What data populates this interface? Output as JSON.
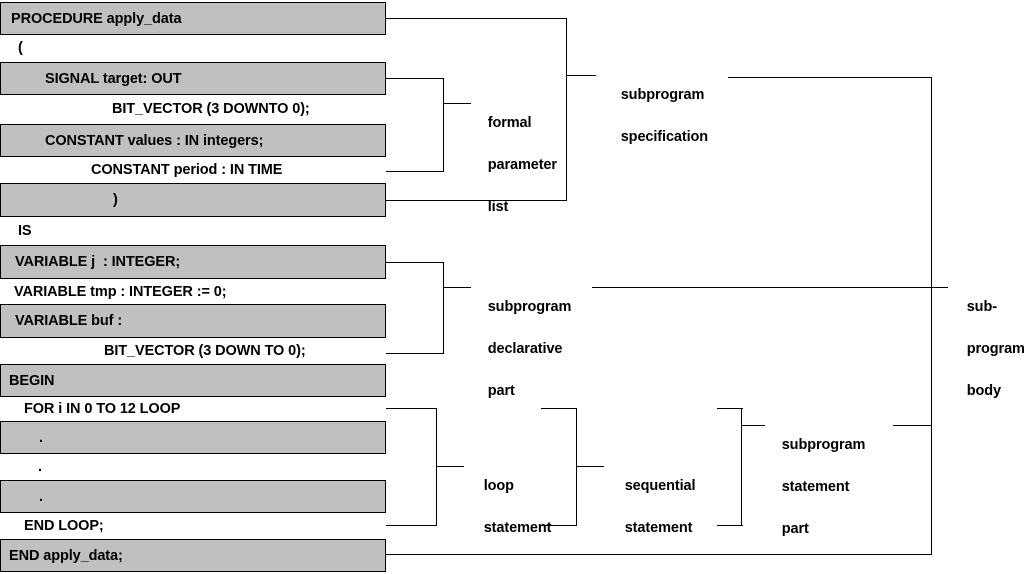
{
  "diagram": {
    "title": "VHDL subprogram (procedure) structure",
    "colors": {
      "box_fill": "#C0C0C0",
      "line": "#000000",
      "background": "#FFFFFF"
    },
    "code_rows": [
      {
        "text": "PROCEDURE apply_data",
        "shaded": true,
        "indent": 10
      },
      {
        "text": "(",
        "shaded": false,
        "indent": 18
      },
      {
        "text": "SIGNAL target: OUT",
        "shaded": true,
        "indent": 44
      },
      {
        "text": "BIT_VECTOR (3 DOWNTO 0);",
        "shaded": false,
        "indent": 112
      },
      {
        "text": "CONSTANT values : IN integers;",
        "shaded": true,
        "indent": 44
      },
      {
        "text": "CONSTANT period : IN TIME",
        "shaded": false,
        "indent": 91
      },
      {
        "text": ")",
        "shaded": true,
        "indent": 112
      },
      {
        "text": "IS",
        "shaded": false,
        "indent": 18
      },
      {
        "text": "VARIABLE j  : INTEGER;",
        "shaded": true,
        "indent": 14
      },
      {
        "text": "VARIABLE tmp : INTEGER := 0;",
        "shaded": false,
        "indent": 14
      },
      {
        "text": "VARIABLE buf :",
        "shaded": true,
        "indent": 14
      },
      {
        "text": "BIT_VECTOR (3 DOWN TO 0);",
        "shaded": false,
        "indent": 104
      },
      {
        "text": "BEGIN",
        "shaded": true,
        "indent": 8
      },
      {
        "text": "FOR i IN 0 TO 12 LOOP",
        "shaded": false,
        "indent": 24
      },
      {
        "text": ".",
        "shaded": true,
        "indent": 38
      },
      {
        "text": ".",
        "shaded": false,
        "indent": 38
      },
      {
        "text": ".",
        "shaded": true,
        "indent": 38
      },
      {
        "text": "END LOOP;",
        "shaded": false,
        "indent": 24
      },
      {
        "text": "END apply_data;",
        "shaded": true,
        "indent": 8
      }
    ],
    "annotations": [
      {
        "id": "formal-parameter-list",
        "label": "formal\nparameter\nlist"
      },
      {
        "id": "subprogram-specification",
        "label": "subprogram\nspecification"
      },
      {
        "id": "subprogram-declarative-part",
        "label": "subprogram\ndeclarative\npart"
      },
      {
        "id": "loop-statement",
        "label": "loop\nstatement"
      },
      {
        "id": "sequential-statement",
        "label": "sequential\nstatement"
      },
      {
        "id": "subprogram-statement-part",
        "label": "subprogram\nstatement\npart"
      },
      {
        "id": "subprogram-body",
        "label": "sub-\nprogram\nbody"
      }
    ],
    "labels": {
      "formal_parameter_list_l1": "formal",
      "formal_parameter_list_l2": "parameter",
      "formal_parameter_list_l3": "list",
      "subprogram_specification_l1": "subprogram",
      "subprogram_specification_l2": "specification",
      "subprogram_declarative_part_l1": "subprogram",
      "subprogram_declarative_part_l2": "declarative",
      "subprogram_declarative_part_l3": "part",
      "loop_statement_l1": "loop",
      "loop_statement_l2": "statement",
      "sequential_statement_l1": "sequential",
      "sequential_statement_l2": "statement",
      "subprogram_statement_part_l1": "subprogram",
      "subprogram_statement_part_l2": "statement",
      "subprogram_statement_part_l3": "part",
      "subprogram_body_l1": "sub-",
      "subprogram_body_l2": "program",
      "subprogram_body_l3": "body"
    }
  }
}
